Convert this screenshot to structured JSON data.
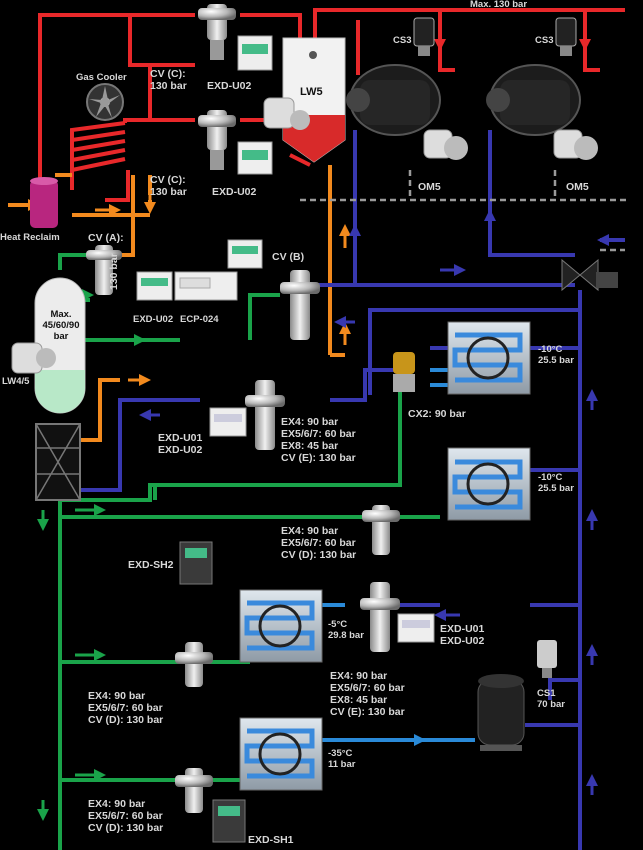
{
  "colors": {
    "high_pressure": "#e8282a",
    "medium_pressure": "#f28a1e",
    "liquid": "#1aa34a",
    "suction": "#3838b0",
    "low_suction": "#2a8ad8",
    "oil": "#9a9a9a",
    "background": "#000000",
    "reclaim": "#b8267f",
    "receiver": "#b8e8c8"
  },
  "labels": {
    "max_130_top": "Max. 130 bar",
    "cs3_a": "CS3",
    "cs3_b": "CS3",
    "gas_cooler": "Gas Cooler",
    "cv_c1": [
      "CV (C):",
      "130 bar"
    ],
    "exd_u02_1": "EXD-U02",
    "cv_c2": [
      "CV (C):",
      "130 bar"
    ],
    "exd_u02_2": "EXD-U02",
    "lw5": "LW5",
    "om5_a": "OM5",
    "om5_b": "OM5",
    "heat_reclaim": "Heat Reclaim",
    "cv_a": "CV (A):",
    "cv_a_bar": "130 bar",
    "cv_b": "CV (B)",
    "exd_u02_3": "EXD-U02",
    "ecp_024": "ECP-024",
    "receiver_max": [
      "Max.",
      "45/60/90",
      "bar"
    ],
    "lw45": "LW4/5",
    "mt1_temp": [
      "-10°C",
      "25.5 bar"
    ],
    "cx2": "CX2: 90 bar",
    "exd_u01_1": [
      "EXD-U01",
      "EXD-U02"
    ],
    "ex_block1": [
      "EX4: 90 bar",
      "EX5/6/7: 60 bar",
      "EX8: 45 bar",
      "CV (E): 130 bar"
    ],
    "mt2_temp": [
      "-10°C",
      "25.5 bar"
    ],
    "ex_block2": [
      "EX4: 90 bar",
      "EX5/6/7: 60 bar",
      "CV (D): 130 bar"
    ],
    "exd_sh2": "EXD-SH2",
    "mt3_temp": [
      "-5°C",
      "29.8 bar"
    ],
    "exd_u01_2": [
      "EXD-U01",
      "EXD-U02"
    ],
    "ex_block3": [
      "EX4: 90 bar",
      "EX5/6/7: 60 bar",
      "CV (D): 130 bar"
    ],
    "ex_block4": [
      "EX4: 90 bar",
      "EX5/6/7: 60 bar",
      "EX8: 45 bar",
      "CV (E): 130 bar"
    ],
    "cs1": [
      "CS1",
      "70 bar"
    ],
    "lt_temp": [
      "-35°C",
      "11 bar"
    ],
    "ex_block5": [
      "EX4: 90 bar",
      "EX5/6/7: 60 bar",
      "CV (D): 130 bar"
    ],
    "exd_sh1": "EXD-SH1"
  }
}
